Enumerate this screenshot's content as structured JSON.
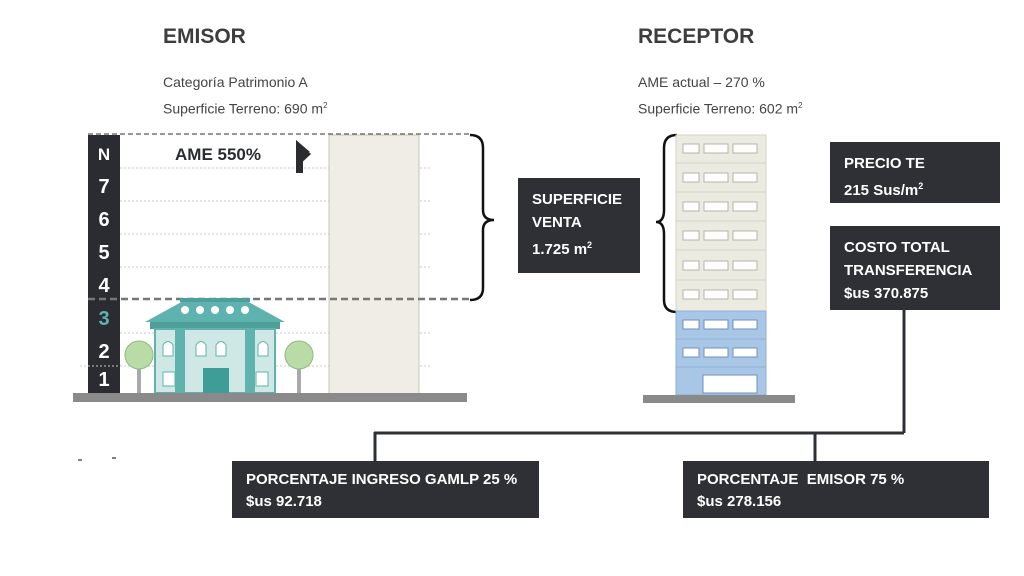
{
  "emisor": {
    "title": "EMISOR",
    "categoria": "Categoría Patrimonio A",
    "superficie_label": "Superficie Terreno: 690 m",
    "superficie_unit_exp": "2",
    "ame": "AME 550%",
    "floors": [
      "N",
      "7",
      "6",
      "5",
      "4",
      "3",
      "2",
      "1"
    ]
  },
  "receptor": {
    "title": "RECEPTOR",
    "ame": "AME actual – 270 %",
    "superficie_label": "Superficie Terreno: 602 m",
    "superficie_unit_exp": "2"
  },
  "superficie_venta": {
    "line1": "SUPERFICIE",
    "line2": "VENTA",
    "value": "1.725 m",
    "value_exp": "2"
  },
  "precio_te": {
    "line1": "PRECIO TE",
    "value": "215 Sus/m",
    "value_exp": "2"
  },
  "costo_total": {
    "line1": "COSTO TOTAL",
    "line2": "TRANSFERENCIA",
    "value": "$us 370.875"
  },
  "porcentaje_gamlp": {
    "label": "PORCENTAJE INGRESO GAMLP 25 %",
    "value": "$us 92.718"
  },
  "porcentaje_emisor": {
    "label": "PORCENTAJE  EMISOR 75 %",
    "value": "$us 278.156"
  },
  "colors": {
    "dark_box": "#2e3036",
    "teal": "#5fb3ae",
    "receptor_new": "#ecebe1",
    "receptor_existing": "#a8c6e6",
    "ground": "#8a8a8a"
  }
}
